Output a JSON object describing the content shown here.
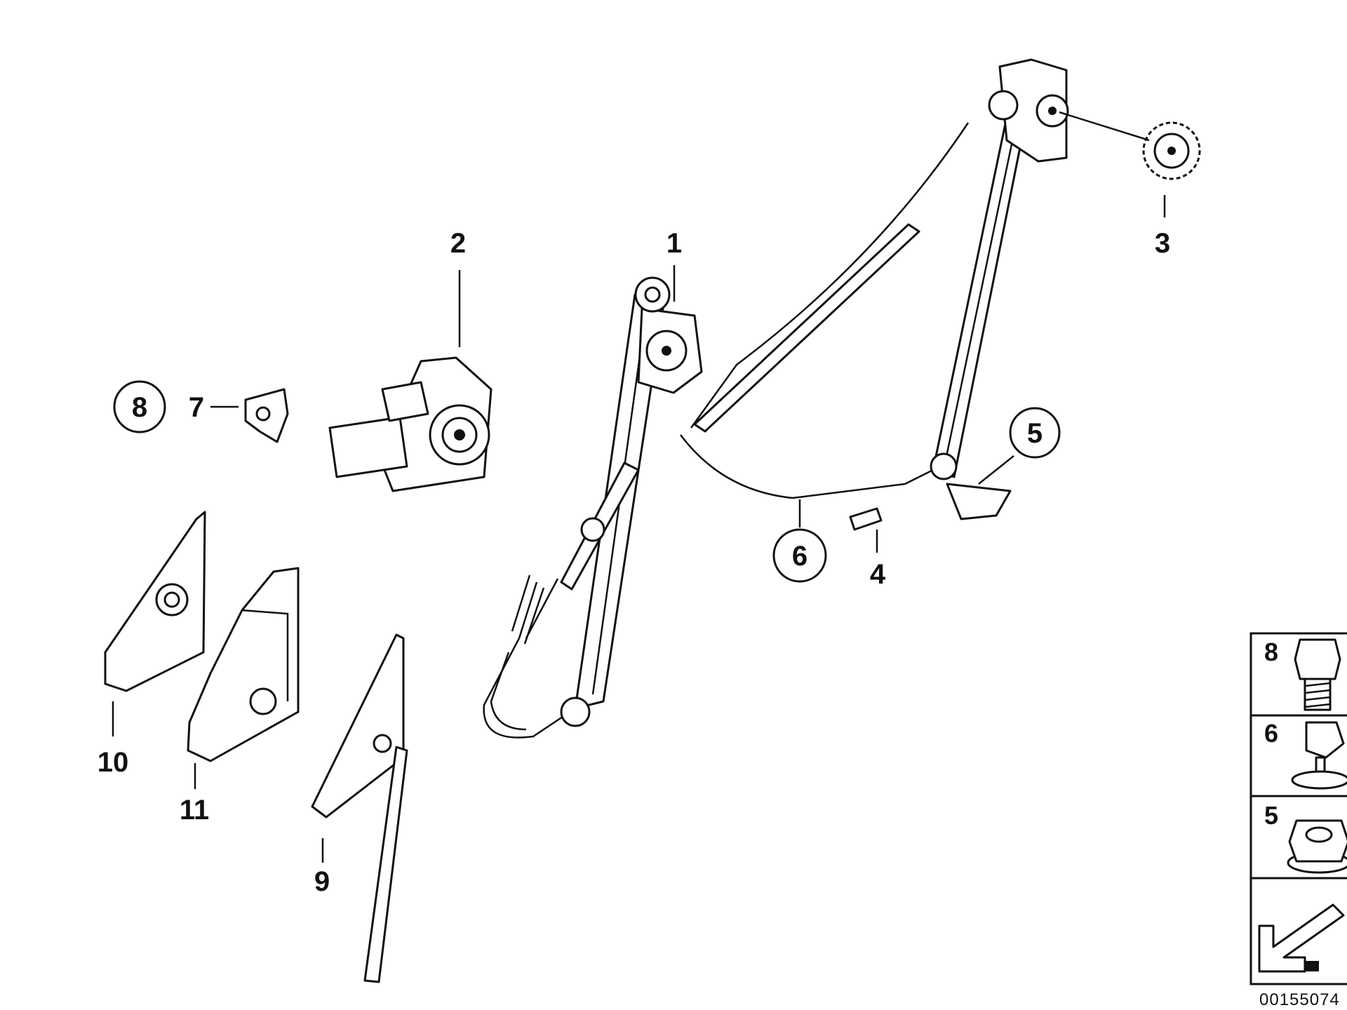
{
  "diagram": {
    "callouts": [
      {
        "id": "1",
        "text": "1",
        "circled": false
      },
      {
        "id": "2",
        "text": "2",
        "circled": false
      },
      {
        "id": "3",
        "text": "3",
        "circled": false
      },
      {
        "id": "4",
        "text": "4",
        "circled": false
      },
      {
        "id": "5",
        "text": "5",
        "circled": true
      },
      {
        "id": "6",
        "text": "6",
        "circled": true
      },
      {
        "id": "7",
        "text": "7",
        "circled": false
      },
      {
        "id": "8",
        "text": "8",
        "circled": true
      },
      {
        "id": "9",
        "text": "9",
        "circled": false
      },
      {
        "id": "10",
        "text": "10",
        "circled": false
      },
      {
        "id": "11",
        "text": "11",
        "circled": false
      }
    ],
    "legend": {
      "rows": [
        {
          "number": "8",
          "icon": "hex-bolt-icon"
        },
        {
          "number": "6",
          "icon": "cable-clip-icon"
        },
        {
          "number": "5",
          "icon": "flange-nut-icon"
        }
      ],
      "arrow_icon": "exploded-view-arrow-icon"
    },
    "reference_number": "00155074"
  }
}
